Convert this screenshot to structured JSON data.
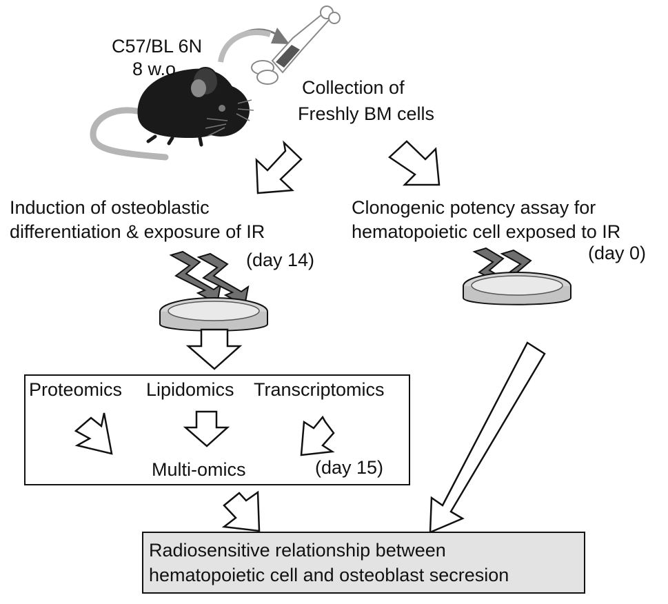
{
  "mouse": {
    "strain": "C57/BL 6N",
    "age": "8 w.o"
  },
  "collection": {
    "line1": "Collection of",
    "line2": "Freshly BM cells"
  },
  "left_branch": {
    "line1": "Induction of osteoblastic",
    "line2": "differentiation & exposure of IR",
    "day": "(day 14)"
  },
  "right_branch": {
    "line1": "Clonogenic potency assay for",
    "line2": "hematopoietic cell exposed to IR",
    "day": "(day 0)"
  },
  "omics": {
    "proteomics": "Proteomics",
    "lipidomics": "Lipidomics",
    "transcriptomics": "Transcriptomics",
    "multi": "Multi-omics",
    "day": "(day 15)"
  },
  "result": {
    "line1": "Radiosensitive relationship between",
    "line2": "hematopoietic cell and osteoblast secresion"
  },
  "colors": {
    "ink": "#111111",
    "mouse": "#1a1a1a",
    "tail": "#b5b5b5",
    "bolt": "#6f6f6f",
    "dish": "#d4d4d4",
    "result_fill": "#e3e3e3"
  }
}
